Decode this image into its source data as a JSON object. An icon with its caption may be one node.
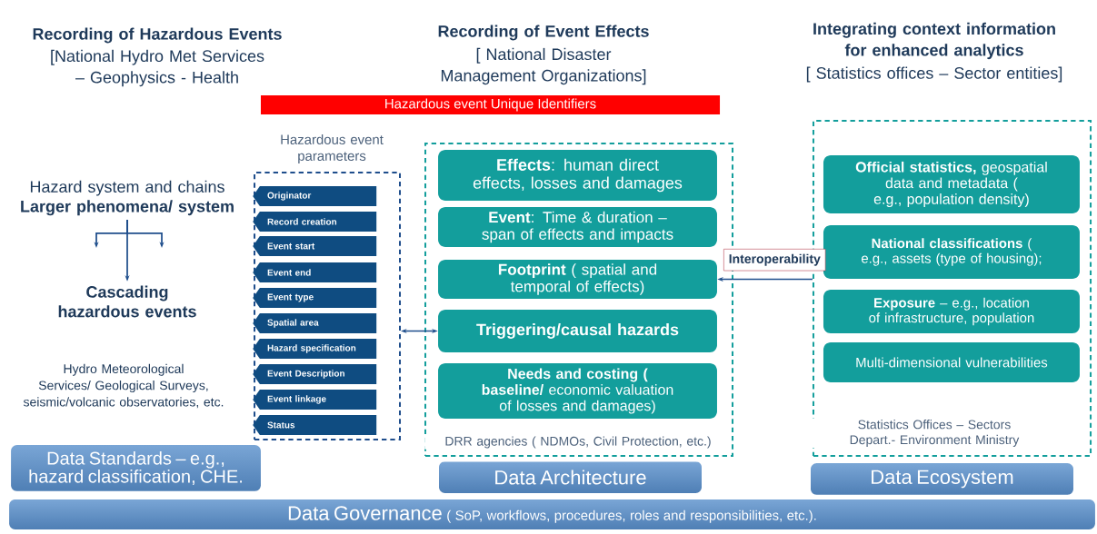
{
  "diagram": {
    "nodes": [
      {
        "text": [
          "Hazard system and chains",
          "Larger phenomena/ system"
        ]
      },
      {
        "text": [
          "Cascading hazardous events"
        ]
      },
      {
        "text": [
          "Hazardous event parameters"
        ]
      },
      {
        "text": [
          "Originator"
        ],
        "in": 2
      },
      {
        "text": [
          "Record creation"
        ],
        "in": 2
      },
      {
        "text": [
          "Event start"
        ],
        "in": 2
      },
      {
        "text": [
          "Event end"
        ],
        "in": 2
      },
      {
        "text": [
          "Event type"
        ],
        "in": 2
      },
      {
        "text": [
          "Spatial area"
        ],
        "in": 2
      },
      {
        "text": [
          "Hazard specification"
        ],
        "in": 2
      },
      {
        "text": [
          "Event Description"
        ],
        "in": 2
      },
      {
        "text": [
          "Event linkage"
        ],
        "in": 2
      },
      {
        "text": [
          "Status"
        ],
        "in": 2
      },
      {
        "text": [
          "DRR agencies ( NDMOs, Civil Protection, etc.)"
        ]
      },
      {
        "text": [
          "**Effects**: human direct effects, losses and damages"
        ],
        "in": 13
      },
      {
        "text": [
          "**Event**: Time & duration – span of effects and impacts"
        ],
        "in": 13
      },
      {
        "text": [
          "**Footprint**  ( spatial and temporal of effects)"
        ],
        "in": 13
      },
      {
        "text": [
          "Triggering/causal hazards"
        ],
        "in": 13
      },
      {
        "text": [
          "**Needs and costing ( baseline/** economic valuation of losses and damages)"
        ],
        "in": 13
      },
      {
        "text": [
          "Statistics Offices – Sectors Depart.- Environment Ministry"
        ]
      },
      {
        "text": [
          "**Official statistics,** geospatial data and metadata ( e.g., population density)"
        ],
        "in": 19
      },
      {
        "text": [
          "**National classifications** ( e.g., assets (type of housing);"
        ],
        "in": 19
      },
      {
        "text": [
          "**Exposure** – e.g., location of infrastructure, population"
        ],
        "in": 19
      },
      {
        "text": [
          "Multi-dimensional vulnerabilities"
        ],
        "in": 19
      },
      {
        "text": [
          "Hazardous event Unique Identifiers"
        ]
      },
      {
        "text": [
          "Data Standards – e.g., hazard classification, CHE."
        ]
      },
      {
        "text": [
          "Data Architecture"
        ]
      },
      {
        "text": [
          "Data Ecosystem"
        ]
      },
      {
        "text": [
          "Data Governance",
          "( SoP, workflows, procedures, roles and responsibilities, etc.)."
        ]
      }
    ],
    "edges": [
      {
        "from": 0,
        "to": 1,
        "arrow": "to"
      },
      {
        "from": 0,
        "to": null,
        "arrow": "to"
      },
      {
        "from": 0,
        "to": null,
        "arrow": "to"
      },
      {
        "from": 2,
        "to": 17,
        "arrow": "both"
      },
      {
        "from": 19,
        "to": 16,
        "arrow": "to",
        "label": "Interoperability"
      }
    ],
    "labels": [
      "Recording of Hazardous Events",
      "[National Hydro Met Services – Geophysics - Health",
      "Recording of Event Effects",
      "[ National  Disaster Management Organizations]",
      "Integrating context information for enhanced analytics",
      "[ Statistics offices – Sector entities]",
      "Hydro Meteorological Services/ Geological Surveys, seismic/volcanic observatories, etc."
    ]
  }
}
